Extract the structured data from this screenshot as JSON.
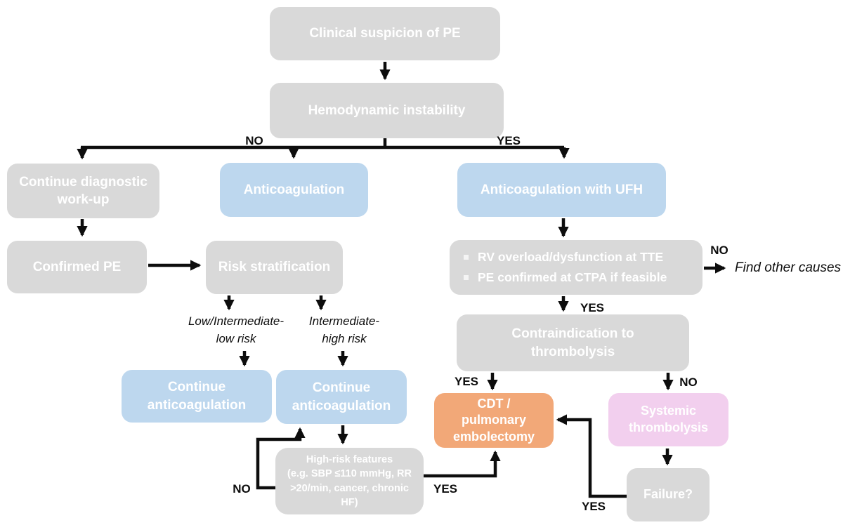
{
  "diagram": {
    "title_hint": "PE management flowchart",
    "colors": {
      "box_gray": "#d9d9d9",
      "box_blue": "#bdd7ee",
      "box_orange": "#f2a878",
      "box_pink": "#f2cfee",
      "box_text": "#ffffff",
      "line": "#0d0d0d"
    },
    "nodes": {
      "clinical_suspicion": "Clinical suspicion of PE",
      "hemodynamic_instability": "Hemodynamic instability",
      "continue_diagnostic_workup": "Continue diagnostic\nwork-up",
      "anticoagulation": "Anticoagulation",
      "anticoagulation_ufh": "Anticoagulation with UFH",
      "confirmed_pe": "Confirmed PE",
      "risk_stratification": "Risk stratification",
      "rv_assessment": {
        "bullet1": "RV overload/dysfunction at TTE",
        "bullet2": "PE confirmed at CTPA if feasible"
      },
      "contraindication_thrombolysis": "Contraindication to\nthrombolysis",
      "continue_anticoagulation_low": "Continue\nanticoagulation",
      "continue_anticoagulation_int_high": "Continue\nanticoagulation",
      "high_risk_features": "High-risk features\n(e.g. SBP ≤110 mmHg, RR\n>20/min, cancer, chronic\nHF)",
      "cdt_pulmonary_embolectomy": "CDT /\npulmonary\nembolectomy",
      "systemic_thrombolysis": "Systemic\nthrombolysis",
      "failure": "Failure?"
    },
    "edge_labels": {
      "hemodynamic_no": "NO",
      "hemodynamic_yes": "YES",
      "risk_low_intermediate_low": "Low/Intermediate-\nlow risk",
      "risk_intermediate_high": "Intermediate-\nhigh risk",
      "rv_no": "NO",
      "rv_yes": "YES",
      "find_other_causes": "Find other causes",
      "contraindication_yes": "YES",
      "contraindication_no": "NO",
      "high_risk_no": "NO",
      "high_risk_yes": "YES",
      "failure_yes": "YES"
    }
  }
}
